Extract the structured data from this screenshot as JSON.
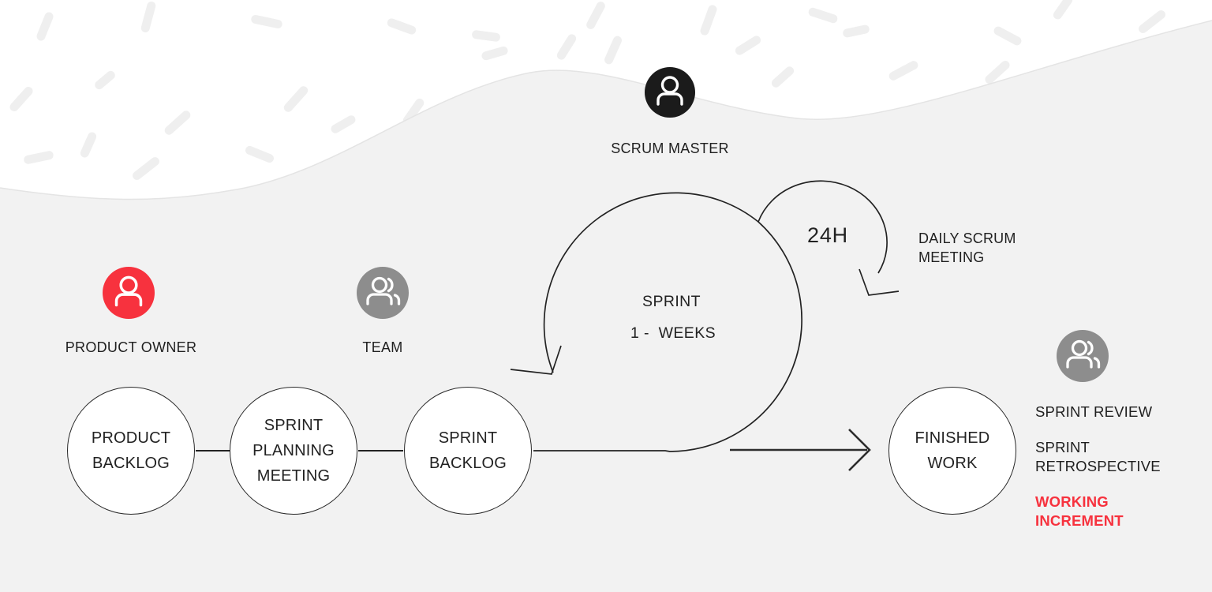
{
  "colors": {
    "accent_red": "#f7323e",
    "icon_gray": "#8d8d8d",
    "icon_black": "#1b1b1b",
    "ink": "#1f1f1f",
    "canvas_gray": "#f2f2f2"
  },
  "icons": {
    "scrum_master": "person-icon",
    "product_owner": "person-icon",
    "team": "people-icon",
    "review_team": "people-icon"
  },
  "roles": {
    "scrum_master": "SCRUM MASTER",
    "product_owner": "PRODUCT OWNER",
    "team": "TEAM"
  },
  "sprint_loop": {
    "title": "SPRINT",
    "duration": "1 -  WEEKS"
  },
  "daily_loop": {
    "badge": "24H",
    "label_line1": "DAILY SCRUM",
    "label_line2": "MEETING"
  },
  "nodes": [
    {
      "id": "product-backlog",
      "lines": [
        "PRODUCT",
        "BACKLOG"
      ]
    },
    {
      "id": "sprint-planning-meeting",
      "lines": [
        "SPRINT",
        "PLANNING",
        "MEETING"
      ]
    },
    {
      "id": "sprint-backlog",
      "lines": [
        "SPRINT",
        "BACKLOG"
      ]
    },
    {
      "id": "finished-work",
      "lines": [
        "FINISHED",
        "WORK"
      ]
    }
  ],
  "outcomes": {
    "review": "SPRINT REVIEW",
    "retro_line1": "SPRINT",
    "retro_line2": "RETROSPECTIVE",
    "increment_line1": "WORKING",
    "increment_line2": "INCREMENT"
  }
}
